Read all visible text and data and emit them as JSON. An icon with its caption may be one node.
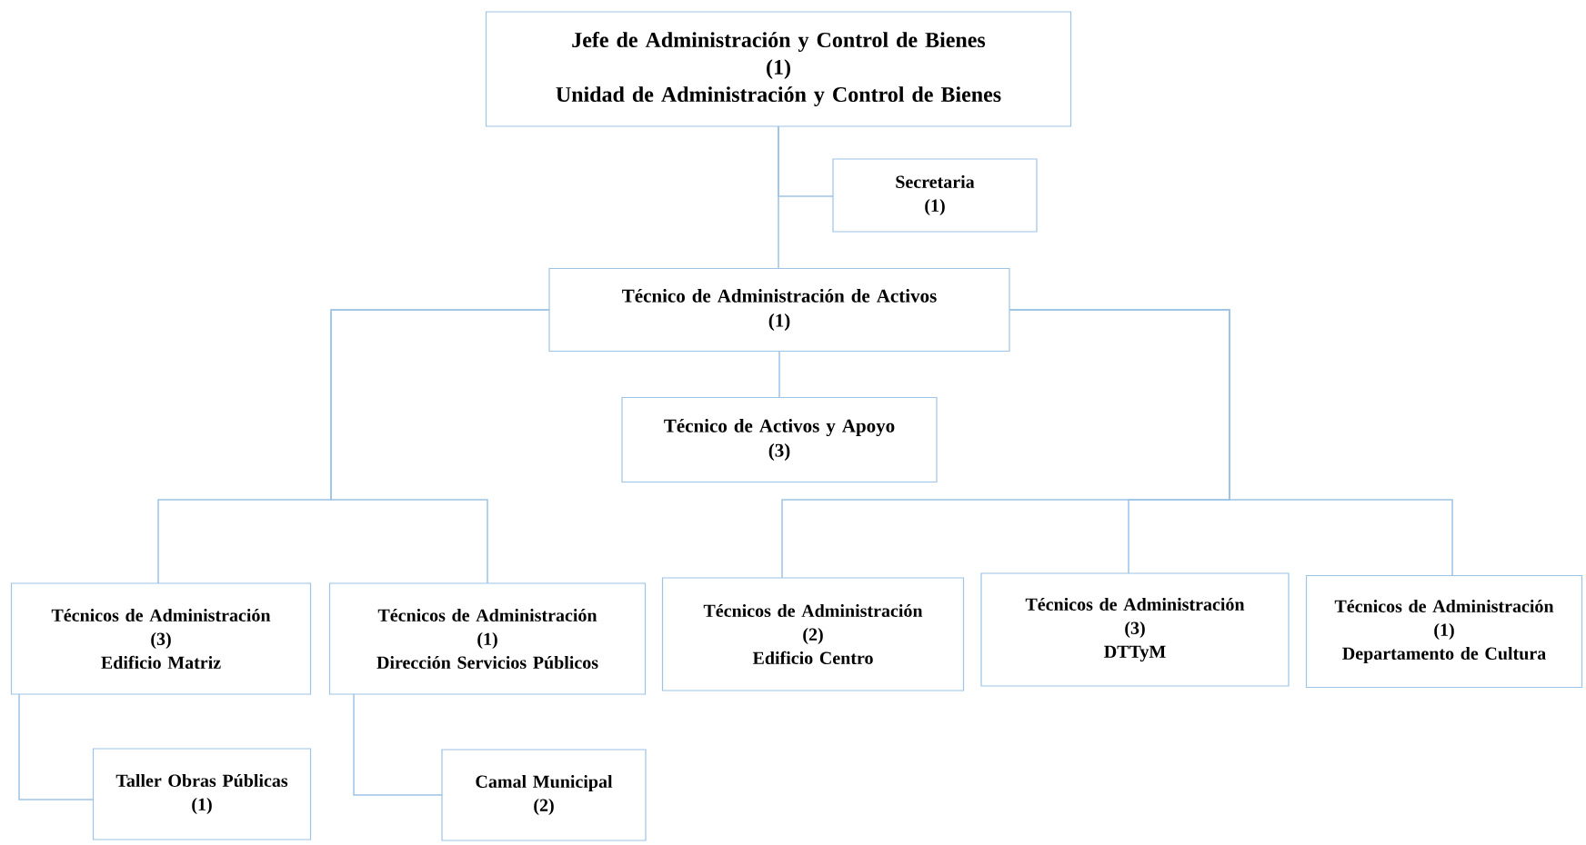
{
  "diagram": {
    "nodes": [
      {
        "text": [
          "Jefe de Administración y Control de Bienes",
          "(1)",
          "Unidad de Administración y Control de Bienes"
        ]
      },
      {
        "text": [
          "Secretaria",
          "(1)"
        ]
      },
      {
        "text": [
          "Técnico de Administración de Activos",
          "(1)"
        ]
      },
      {
        "text": [
          "Técnico de Activos y Apoyo",
          "(3)"
        ]
      },
      {
        "text": [
          "Técnicos de Administración",
          "(3)",
          "Edificio Matriz"
        ]
      },
      {
        "text": [
          "Técnicos de Administración",
          "(1)",
          "Dirección Servicios Públicos"
        ]
      },
      {
        "text": [
          "Técnicos de Administración",
          "(2)",
          "Edificio Centro"
        ]
      },
      {
        "text": [
          "Técnicos de Administración",
          "(3)",
          "DTTyM"
        ]
      },
      {
        "text": [
          "Técnicos de Administración",
          "(1)",
          "Departamento de Cultura"
        ]
      },
      {
        "text": [
          "Taller Obras Públicas",
          "(1)"
        ]
      },
      {
        "text": [
          "Camal Municipal",
          "(2)"
        ]
      }
    ],
    "edges": [
      {
        "from": 0,
        "to": 1,
        "arrow": "none"
      },
      {
        "from": 0,
        "to": 2,
        "arrow": "none"
      },
      {
        "from": 2,
        "to": 3,
        "arrow": "none"
      },
      {
        "from": 2,
        "to": 4,
        "arrow": "none"
      },
      {
        "from": 2,
        "to": 5,
        "arrow": "none"
      },
      {
        "from": 2,
        "to": 6,
        "arrow": "none"
      },
      {
        "from": 2,
        "to": 7,
        "arrow": "none"
      },
      {
        "from": 2,
        "to": 8,
        "arrow": "none"
      },
      {
        "from": 4,
        "to": 9,
        "arrow": "none"
      },
      {
        "from": 5,
        "to": 10,
        "arrow": "none"
      }
    ]
  }
}
